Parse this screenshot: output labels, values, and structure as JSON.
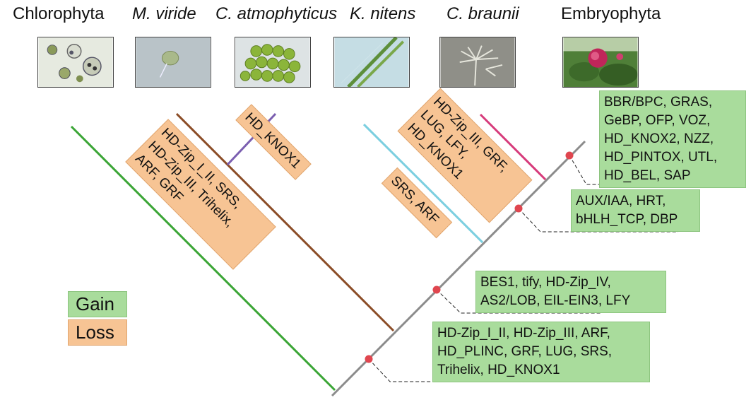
{
  "taxa": [
    {
      "id": "chlorophyta",
      "label": "Chlorophyta",
      "italic": false,
      "image": "chlorophyta-cells-image"
    },
    {
      "id": "m-viride",
      "label": "M. viride",
      "italic": true,
      "image": "m-viride-cell-image"
    },
    {
      "id": "c-atmophyticus",
      "label": "C. atmophyticus",
      "italic": true,
      "image": "c-atmophyticus-colony-image"
    },
    {
      "id": "k-nitens",
      "label": "K. nitens",
      "italic": true,
      "image": "k-nitens-filaments-image"
    },
    {
      "id": "c-braunii",
      "label": "C. braunii",
      "italic": true,
      "image": "c-braunii-thallus-image"
    },
    {
      "id": "embryophyta",
      "label": "Embryophyta",
      "italic": false,
      "image": "embryophyta-flower-image"
    }
  ],
  "gain_boxes": {
    "embryophyta": [
      "BBR/BPC, GRAS,",
      "GeBP, OFP, VOZ,",
      "HD_KNOX2, NZZ,",
      "HD_PINTOX, UTL,",
      "HD_BEL, SAP"
    ],
    "charales": [
      "AUX/IAA, HRT,",
      "bHLH_TCP, DBP"
    ],
    "klebsormidium": [
      "BES1, tify, HD-Zip_IV,",
      "AS2/LOB, EIL-EIN3, LFY"
    ],
    "base": [
      "HD-Zip_I_II, HD-Zip_III, ARF,",
      "HD_PLINC, GRF, LUG, SRS,",
      "Trihelix, HD_KNOX1"
    ]
  },
  "loss_boxes": {
    "m_viride": [
      "HD-Zip_I_II, SRS,",
      "HD-Zip_III, Trihelix,",
      "ARF, GRF"
    ],
    "c_atmophyticus": [
      "HD_KNOX1"
    ],
    "k_nitens": [
      "SRS, ARF"
    ],
    "c_braunii": [
      "HD-Zip_III, GRF,",
      "LUG, LFY,",
      "HD_KNOX1"
    ]
  },
  "legend": {
    "gain": "Gain",
    "loss": "Loss"
  },
  "colors": {
    "gain": "#a9dc9c",
    "loss": "#f7c494",
    "backbone": "#8c8c8c",
    "chlorophyta_branch": "#3aa535",
    "m_viride_branch": "#8b4c26",
    "c_atmophyticus_branch": "#7b5fb0",
    "k_nitens_branch": "#7ccfe0",
    "c_braunii_branch": "#d63a7a",
    "node_dot": "#e0464f"
  }
}
